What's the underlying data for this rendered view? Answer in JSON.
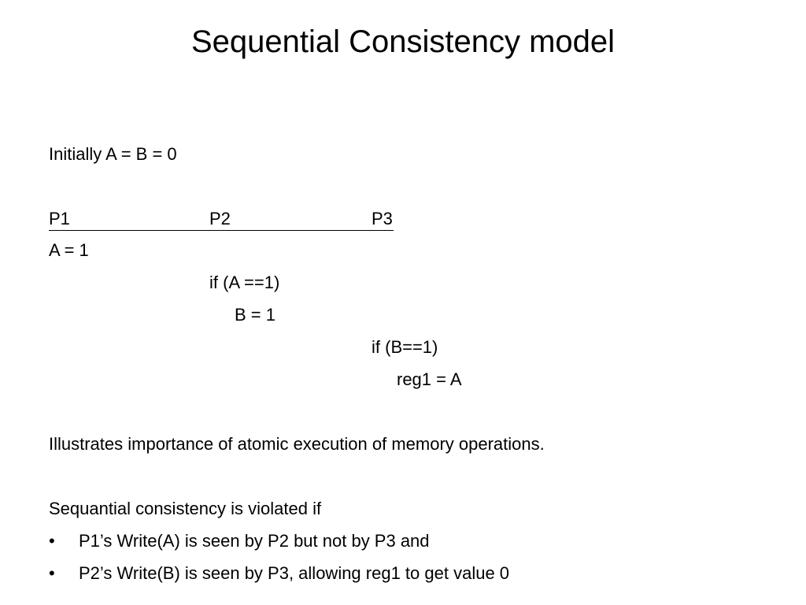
{
  "slide": {
    "title": "Sequential Consistency model",
    "initial": "Initially A = B = 0",
    "headers": [
      "P1",
      "P2",
      "P3"
    ],
    "code": {
      "p1_line1": "A = 1",
      "p2_line1": "if (A ==1)",
      "p2_line2": "B = 1",
      "p3_line1": "if (B==1)",
      "p3_line2": "reg1 = A"
    },
    "illustrates": "Illustrates importance of atomic execution of memory operations.",
    "violation_intro": "Sequantial consistency is violated if",
    "bullets": [
      "P1’s  Write(A)  is seen by P2   but not by P3  and",
      "P2’s  Write(B) is seen by P3,  allowing reg1 to get value 0"
    ],
    "bullet_glyph": "•"
  }
}
